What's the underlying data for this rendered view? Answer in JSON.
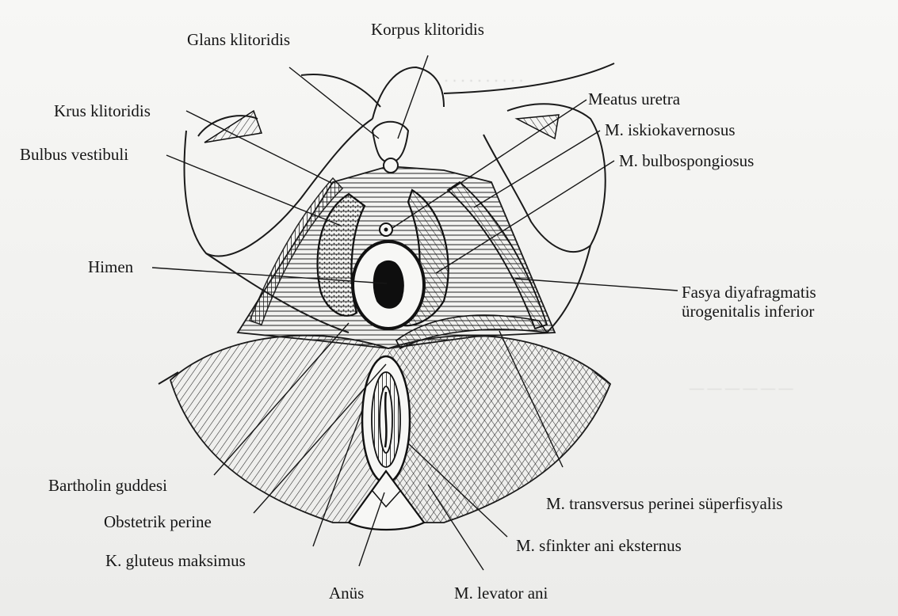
{
  "labels": {
    "glans_klitoridis": "Glans klitoridis",
    "korpus_klitoridis": "Korpus klitoridis",
    "krus_klitoridis": "Krus klitoridis",
    "meatus_uretra": "Meatus uretra",
    "m_iskiokavernosus": "M. iskiokavernosus",
    "bulbus_vestibuli": "Bulbus vestibuli",
    "m_bulbospongiosus": "M. bulbospongiosus",
    "himen": "Himen",
    "fasya_line1": "Fasya diyafragmatis",
    "fasya_line2": "ürogenitalis inferior",
    "bartholin_guddesi": "Bartholin guddesi",
    "m_transversus": "M. transversus perinei süperfisyalis",
    "obstetrik_perine": "Obstetrik perine",
    "m_sfinkter": "M. sfinkter ani eksternus",
    "k_gluteus": "K. gluteus maksimus",
    "anus": "Anüs",
    "m_levator": "M. levator ani"
  },
  "colors": {
    "ink": "#161616",
    "paper": "#f4f4f2"
  }
}
